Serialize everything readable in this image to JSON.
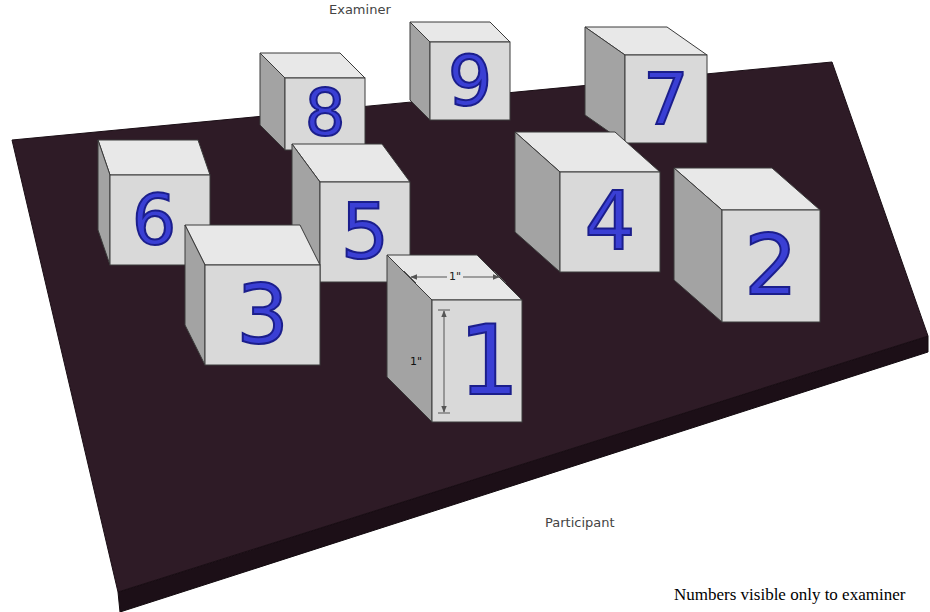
{
  "diagram": {
    "nodes": [
      {
        "text": [
          "9"
        ]
      },
      {
        "text": [
          "7"
        ]
      },
      {
        "text": [
          "8"
        ]
      },
      {
        "text": [
          "6"
        ]
      },
      {
        "text": [
          "5"
        ]
      },
      {
        "text": [
          "4"
        ]
      },
      {
        "text": [
          "2"
        ]
      },
      {
        "text": [
          "3"
        ]
      },
      {
        "text": [
          "1"
        ]
      }
    ],
    "labels": [
      "Examiner",
      "1\"",
      "1\"",
      "Participant",
      "Numbers visible only to examiner"
    ]
  }
}
